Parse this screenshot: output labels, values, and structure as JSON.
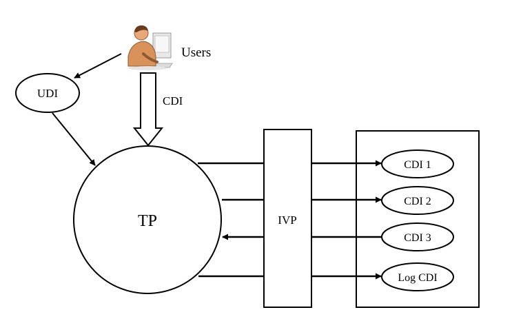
{
  "diagram": {
    "users_label": "Users",
    "udi_label": "UDI",
    "cdi_label": "CDI",
    "tp_label": "TP",
    "ivp_label": "IVP",
    "cdi_items": {
      "cdi1": "CDI 1",
      "cdi2": "CDI 2",
      "cdi3": "CDI 3",
      "log": "Log CDI"
    }
  },
  "colors": {
    "stroke": "#000000",
    "skin": "#d9935a",
    "hair": "#6b3a1f",
    "computer": "#e8e8e8"
  },
  "icons": {
    "users": "user-at-computer-icon"
  }
}
